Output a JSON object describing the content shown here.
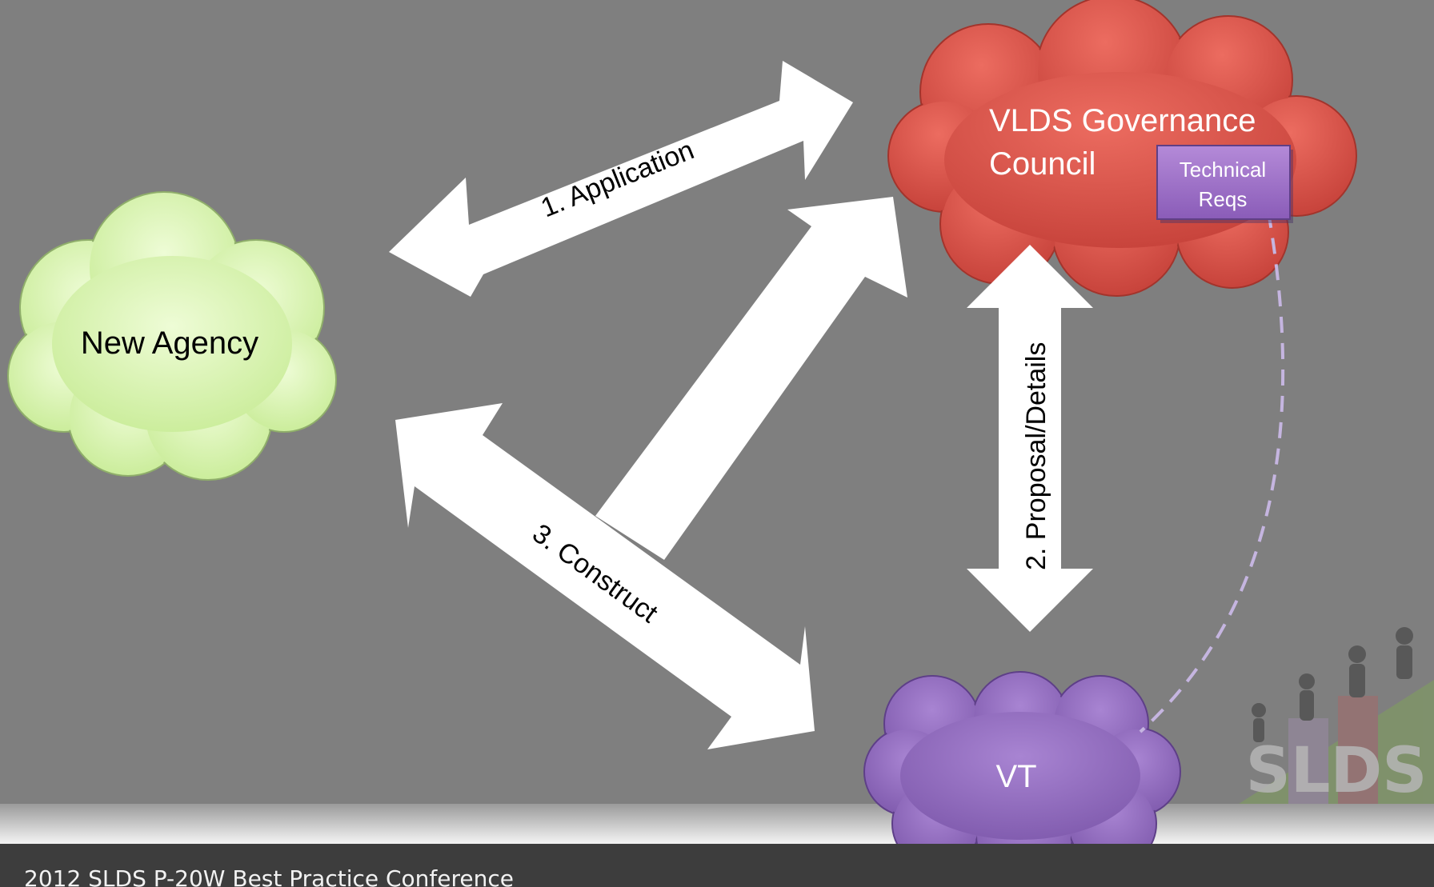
{
  "nodes": {
    "new_agency": {
      "label": "New Agency"
    },
    "governance": {
      "line1": "VLDS Governance",
      "line2": "Council"
    },
    "technical_reqs": {
      "line1": "Technical",
      "line2": "Reqs"
    },
    "vt": {
      "label": "VT"
    }
  },
  "edges": {
    "application": "1. Application",
    "proposal": "2. Proposal/Details",
    "construct": "3. Construct"
  },
  "logo": {
    "text": "SLDS"
  },
  "footer": {
    "text": "2012 SLDS P-20W Best Practice Conference"
  },
  "colors": {
    "background": "#7f7f7f",
    "arrow": "#ffffff",
    "new_agency_fill": "#dcf7b0",
    "governance_fill": "#e05a50",
    "vt_fill": "#9370c0",
    "technical_reqs_fill": "#9a6bc4",
    "connector": "#c5b5e0"
  }
}
